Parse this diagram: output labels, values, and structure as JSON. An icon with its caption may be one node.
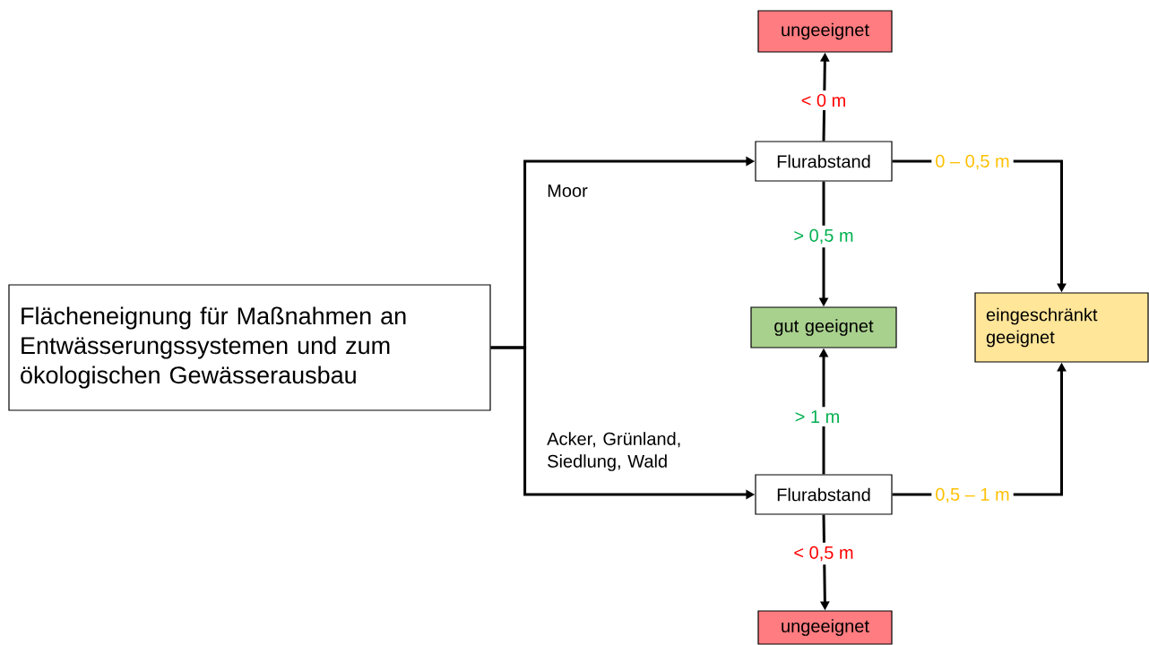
{
  "diagram": {
    "nodes": [
      {
        "text": [
          "Flächeneignung für Maßnahmen an Entwässerungssystemen und zum ökologischen Gewässerausbau"
        ]
      },
      {
        "text": [
          "Flurabstand"
        ]
      },
      {
        "text": [
          "ungeeignet"
        ]
      },
      {
        "text": [
          "gut geeignet"
        ]
      },
      {
        "text": [
          "eingeschränkt geeignet"
        ]
      },
      {
        "text": [
          "Flurabstand"
        ]
      },
      {
        "text": [
          "ungeeignet"
        ]
      }
    ],
    "edges": [
      {
        "from": 0,
        "to": 1,
        "arrow": "to",
        "label": "Moor"
      },
      {
        "from": 0,
        "to": 5,
        "arrow": "to",
        "label": "Acker, Grünland, Siedlung, Wald"
      },
      {
        "from": 1,
        "to": 2,
        "arrow": "to",
        "label": "< 0 m"
      },
      {
        "from": 1,
        "to": 4,
        "arrow": "to",
        "label": "0 – 0,5 m"
      },
      {
        "from": 1,
        "to": 3,
        "arrow": "to",
        "label": "> 0,5 m"
      },
      {
        "from": 5,
        "to": 3,
        "arrow": "to",
        "label": "> 1 m"
      },
      {
        "from": 5,
        "to": 4,
        "arrow": "to",
        "label": "0,5 – 1 m"
      },
      {
        "from": 5,
        "to": 6,
        "arrow": "to",
        "label": "< 0,5 m"
      }
    ]
  }
}
